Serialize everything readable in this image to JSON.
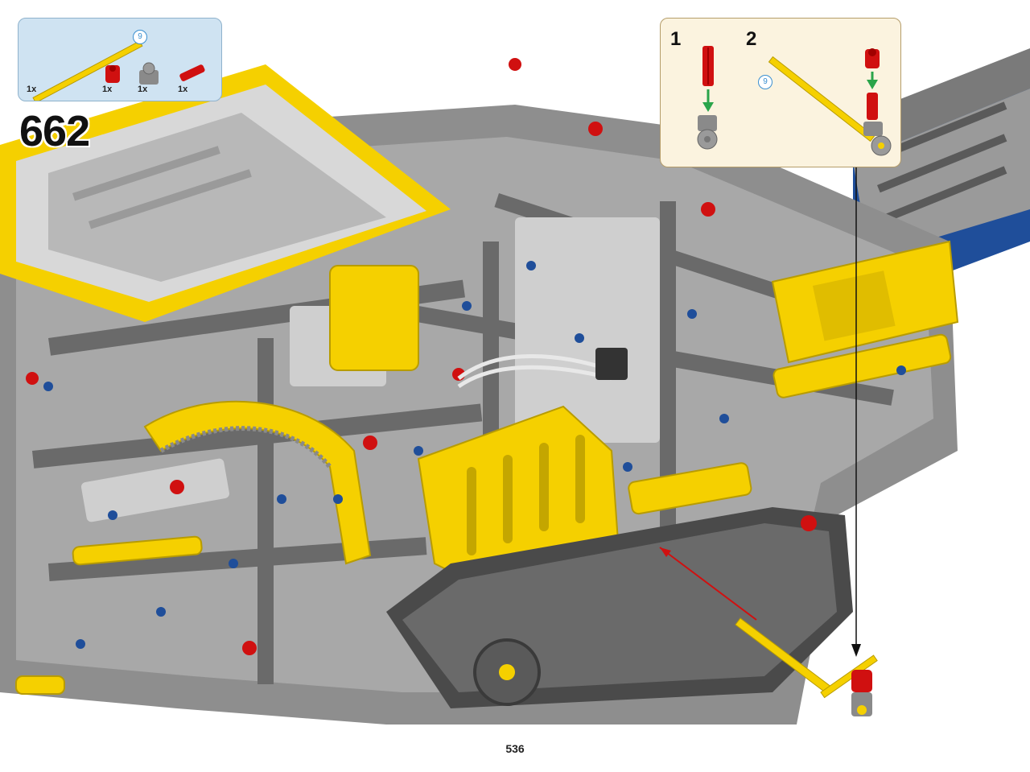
{
  "step": {
    "number": "662",
    "page_number": "536"
  },
  "parts_list": {
    "items": [
      {
        "name": "yellow-axle-9",
        "quantity": "1x",
        "length_label": "9",
        "color": "#f5d000"
      },
      {
        "name": "red-bush",
        "quantity": "1x",
        "color": "#d01010"
      },
      {
        "name": "gray-axle-connector",
        "quantity": "1x",
        "color": "#8a8a8a"
      },
      {
        "name": "red-axle",
        "quantity": "1x",
        "color": "#d01010"
      }
    ]
  },
  "sub_assembly": {
    "steps": [
      {
        "number": "1"
      },
      {
        "number": "2",
        "axle_length_label": "9"
      }
    ]
  },
  "colors": {
    "parts_box_bg": "#cfe3f2",
    "sub_box_bg": "#fbf3df",
    "lego_yellow": "#f5d000",
    "lego_gray": "#8a8a8a",
    "lego_dark_gray": "#5a5a5a",
    "lego_blue": "#1f4e9a",
    "lego_red": "#d01010",
    "arrow_green": "#2aa44a"
  }
}
